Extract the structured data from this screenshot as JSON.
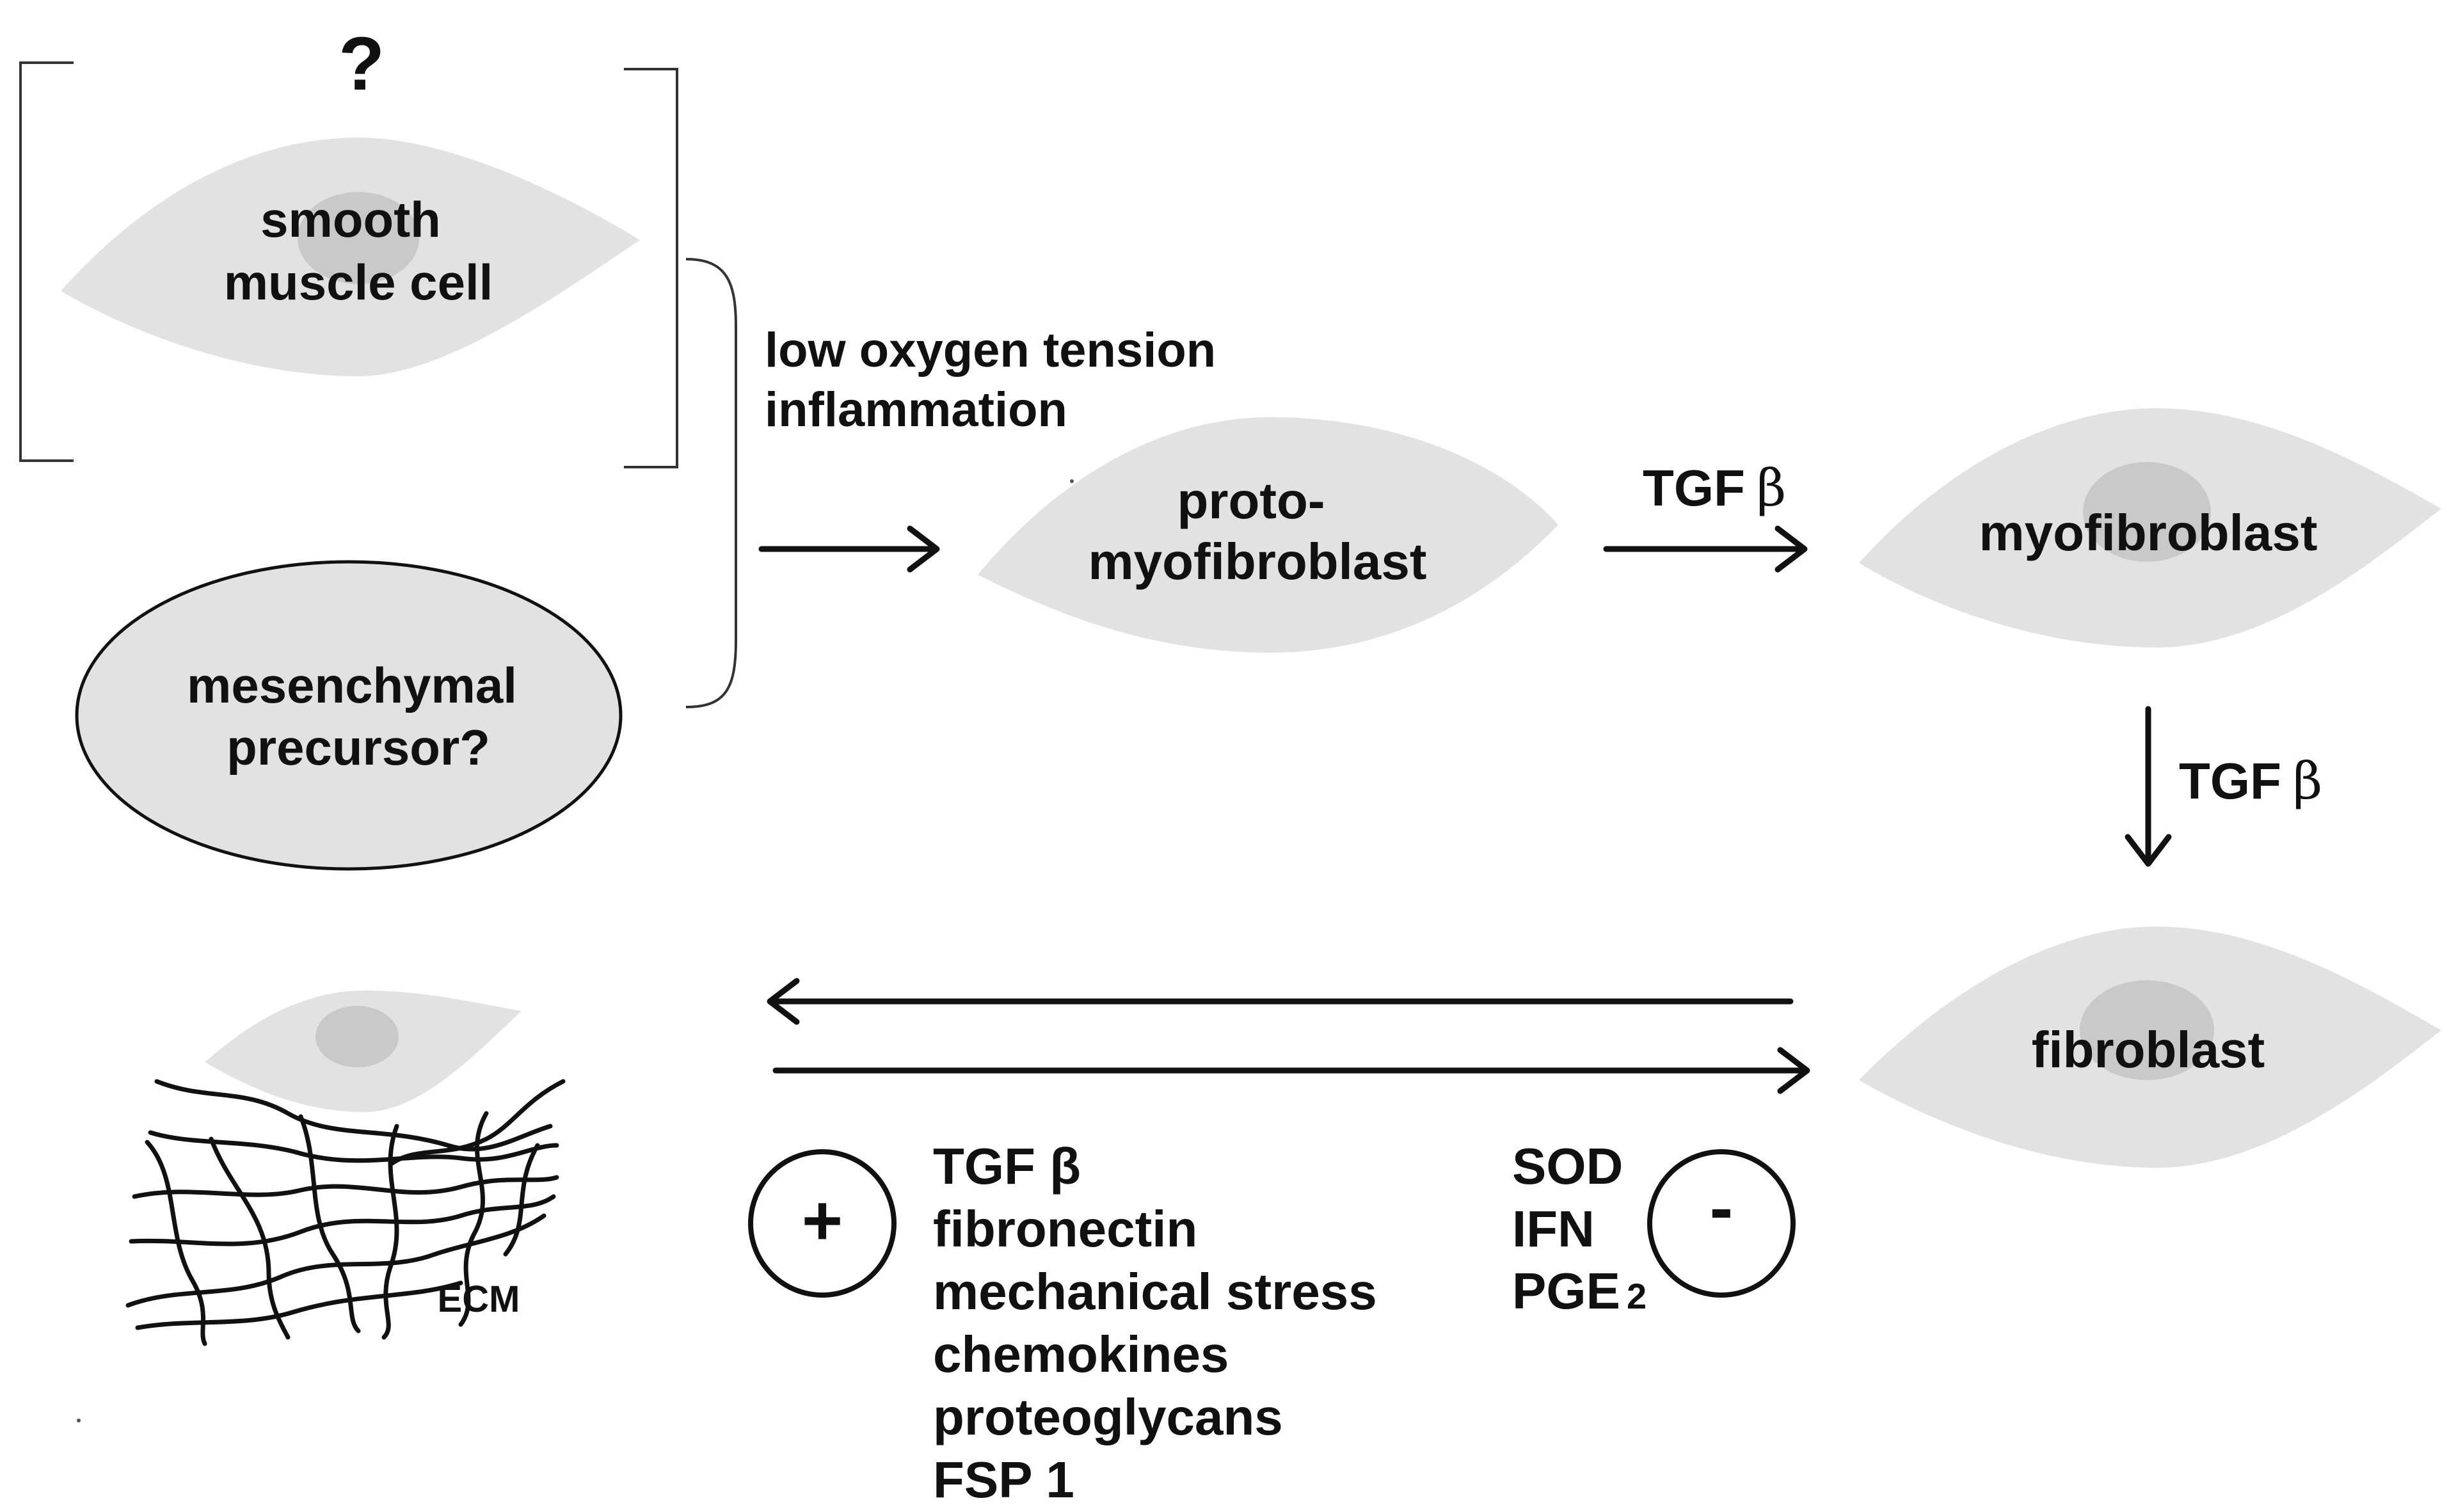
{
  "question_mark": "?",
  "cells": {
    "smooth_muscle": {
      "line1": "smooth",
      "line2": "muscle cell"
    },
    "mesenchymal": {
      "line1": "mesenchymal",
      "line2": "precursor?"
    },
    "proto": {
      "line1": "proto-",
      "line2": "myofibroblast"
    },
    "myofibroblast": "myofibroblast",
    "fibroblast": "fibroblast",
    "ecm": "ECM"
  },
  "conditions": {
    "line1": "low oxygen tension",
    "line2": "inflammation"
  },
  "tgf_label": "TGF",
  "beta": "β",
  "positive": {
    "sign": "+",
    "factors": [
      "TGF β",
      "fibronectin",
      "mechanical stress",
      "chemokines",
      "proteoglycans",
      "FSP 1"
    ]
  },
  "negative": {
    "sign": "-",
    "factors": [
      "SOD",
      "IFN"
    ],
    "pge": "PGE",
    "pge_sub": "2"
  },
  "colors": {
    "cell_fill": "#e2e2e2",
    "nucleus_fill": "#c9c9c9",
    "stroke": "#111111"
  }
}
